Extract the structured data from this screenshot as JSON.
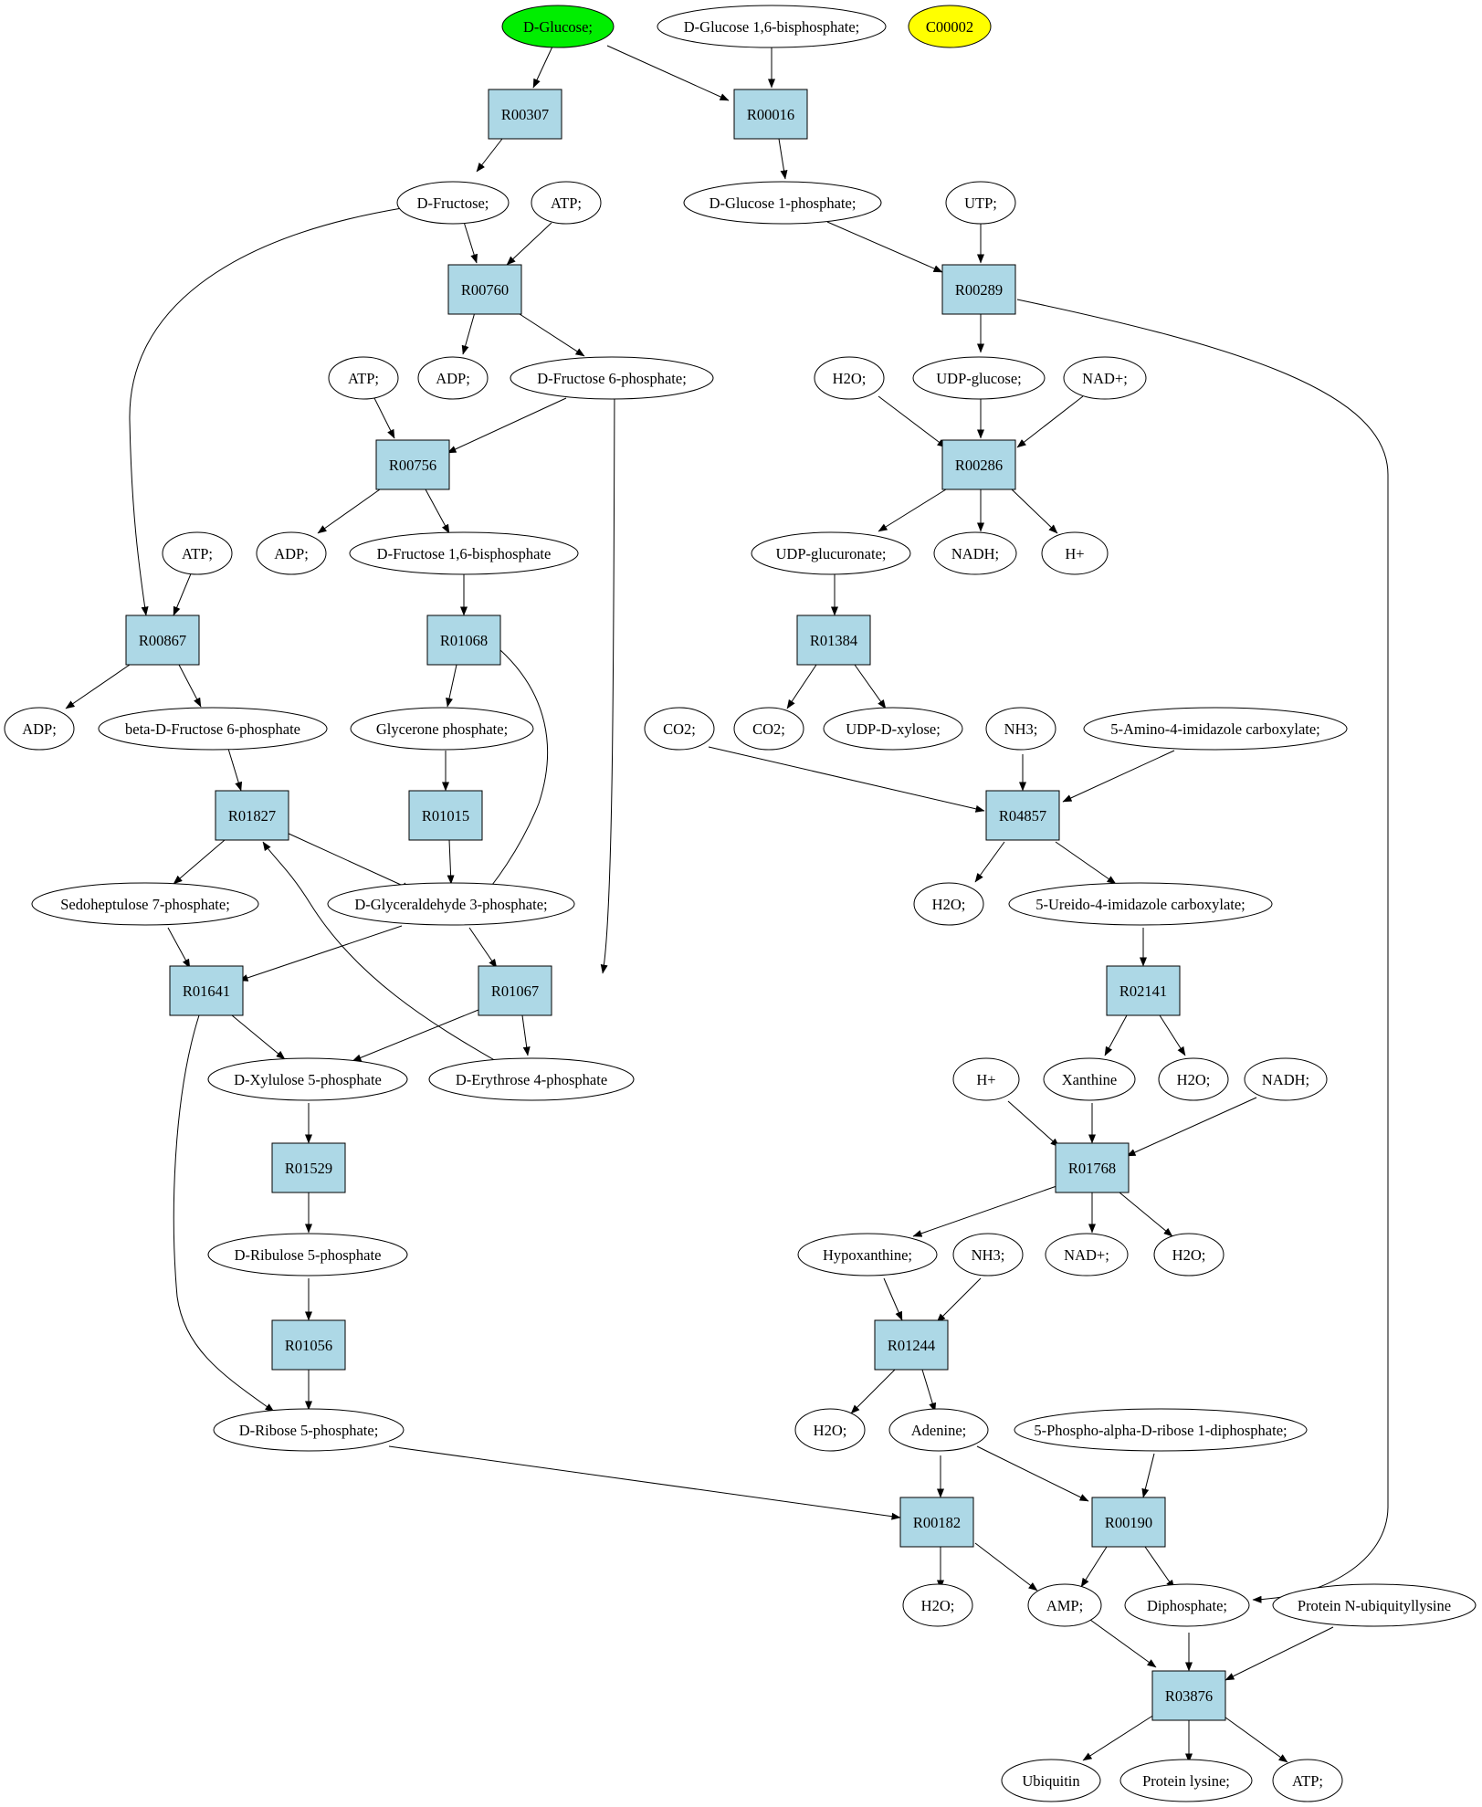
{
  "colors": {
    "reaction_fill": "#add8e6",
    "compound_fill": "#ffffff",
    "start_fill": "#00ee00",
    "highlight_fill": "#ffff00",
    "stroke": "#000000"
  },
  "reactions": {
    "r_00307": "R00307",
    "r_00016": "R00016",
    "r_00760": "R00760",
    "r_00289": "R00289",
    "r_00756": "R00756",
    "r_00286": "R00286",
    "r_00867": "R00867",
    "r_01068": "R01068",
    "r_01384": "R01384",
    "r_01827": "R01827",
    "r_01015": "R01015",
    "r_04857": "R04857",
    "r_01641": "R01641",
    "r_01067": "R01067",
    "r_02141": "R02141",
    "r_01529": "R01529",
    "r_01768": "R01768",
    "r_01056": "R01056",
    "r_01244": "R01244",
    "r_00182": "R00182",
    "r_00190": "R00190",
    "r_03876": "R03876"
  },
  "compounds": {
    "d_glucose": "D-Glucose;",
    "d_glucose_16bp": "D-Glucose 1,6-bisphosphate;",
    "c00002": "C00002",
    "d_fructose": "D-Fructose;",
    "atp_1": "ATP;",
    "d_glucose_1p": "D-Glucose 1-phosphate;",
    "utp": "UTP;",
    "atp_2": "ATP;",
    "adp_1": "ADP;",
    "d_fructose_6p": "D-Fructose 6-phosphate;",
    "h2o_1": "H2O;",
    "udp_glucose": "UDP-glucose;",
    "nad_1": "NAD+;",
    "atp_3": "ATP;",
    "adp_2": "ADP;",
    "d_fructose_16bp": "D-Fructose 1,6-bisphosphate",
    "udp_glucuronate": "UDP-glucuronate;",
    "nadh_1": "NADH;",
    "h_plus_1": "H+",
    "adp_3": "ADP;",
    "beta_d_fructose_6p": "beta-D-Fructose 6-phosphate",
    "glycerone_p": "Glycerone phosphate;",
    "co2_1": "CO2;",
    "co2_2": "CO2;",
    "udp_d_xylose": "UDP-D-xylose;",
    "nh3_1": "NH3;",
    "amino_imidazole": "5-Amino-4-imidazole carboxylate;",
    "sedoheptulose_7p": "Sedoheptulose 7-phosphate;",
    "d_glyceraldehyde_3p": "D-Glyceraldehyde 3-phosphate;",
    "h2o_2": "H2O;",
    "ureido_imidazole": "5-Ureido-4-imidazole carboxylate;",
    "d_xylulose_5p": "D-Xylulose 5-phosphate",
    "d_erythrose_4p": "D-Erythrose 4-phosphate",
    "h_plus_2": "H+",
    "xanthine": "Xanthine",
    "h2o_3": "H2O;",
    "nadh_2": "NADH;",
    "d_ribulose_5p": "D-Ribulose 5-phosphate",
    "hypoxanthine": "Hypoxanthine;",
    "nh3_2": "NH3;",
    "nad_2": "NAD+;",
    "h2o_4": "H2O;",
    "h2o_5": "H2O;",
    "adenine": "Adenine;",
    "prpp": "5-Phospho-alpha-D-ribose 1-diphosphate;",
    "d_ribose_5p": "D-Ribose 5-phosphate;",
    "h2o_6": "H2O;",
    "amp": "AMP;",
    "diphosphate": "Diphosphate;",
    "protein_n_ubiquityllysine": "Protein N-ubiquityllysine",
    "ubiquitin": "Ubiquitin",
    "protein_lysine": "Protein lysine;",
    "atp_4": "ATP;"
  }
}
